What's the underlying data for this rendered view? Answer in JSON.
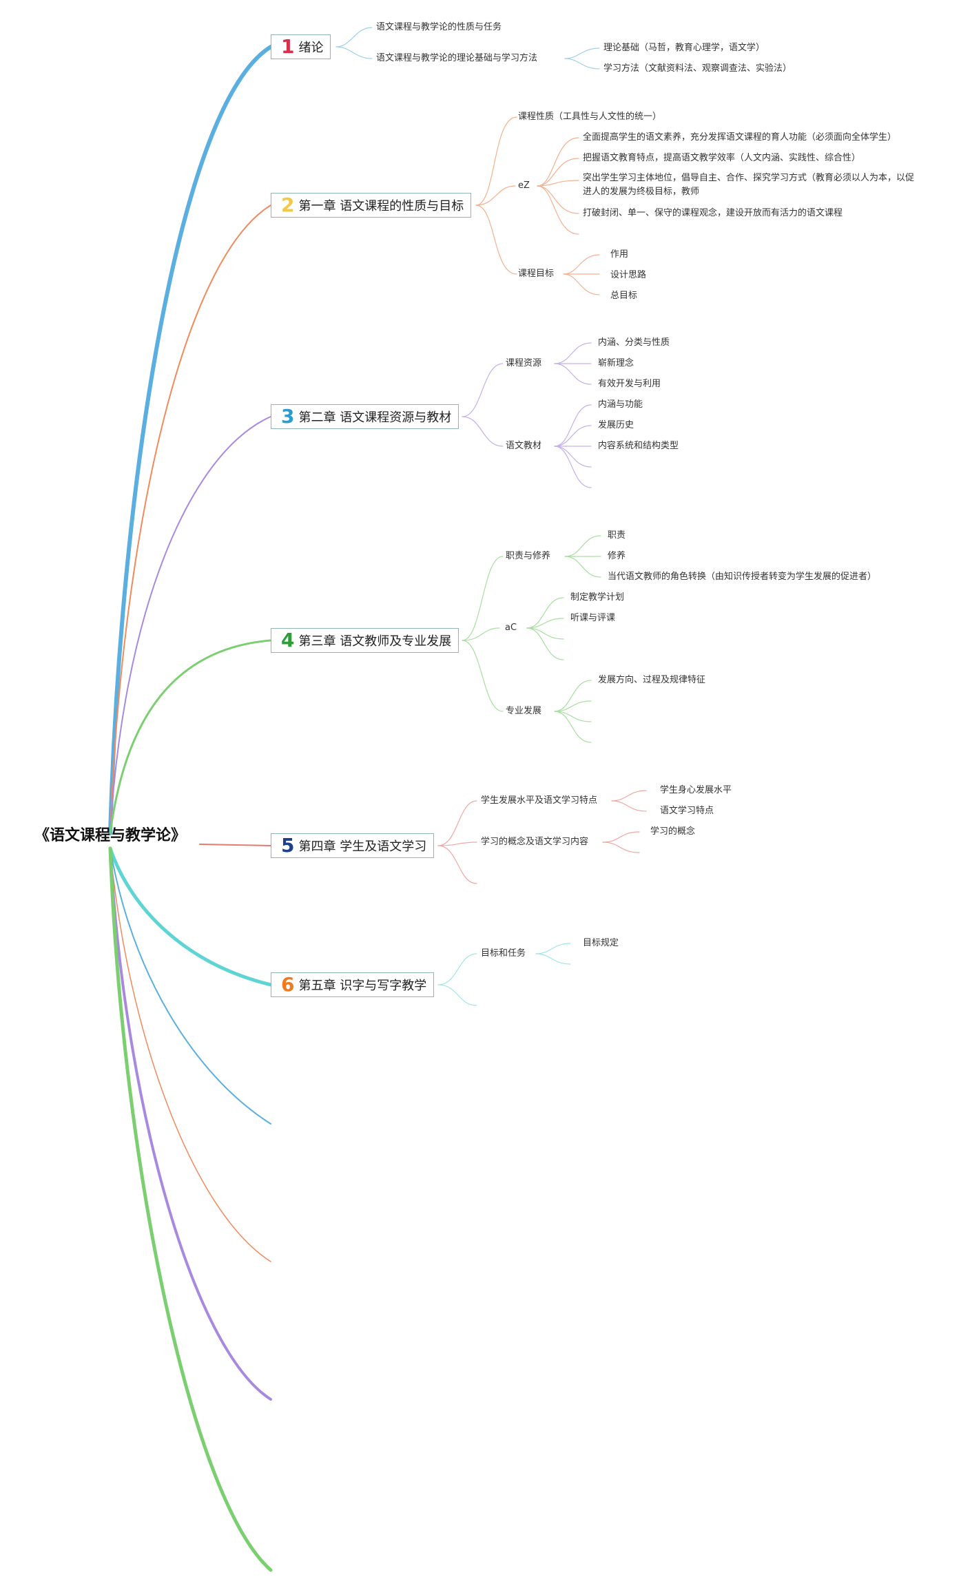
{
  "root": {
    "title": "《语文课程与教学论》"
  },
  "colors": {
    "blue": "#5aafe0",
    "orange": "#f08a5d",
    "purple": "#a889e0",
    "green": "#7ccf70",
    "red": "#e47a72",
    "teal": "#5fd4d4",
    "box_border": "#8fb5b5"
  },
  "chapters": [
    {
      "number": "1",
      "number_color": "#d9304a",
      "title": "绪论",
      "topics": [
        {
          "label": "语文课程与教学论的性质与任务"
        },
        {
          "label": "语文课程与教学论的理论基础与学习方法",
          "items": [
            "理论基础（马哲，教育心理学，语文学）",
            "学习方法（文献资料法、观察调查法、实验法）"
          ]
        }
      ]
    },
    {
      "number": "2",
      "number_color": "#f2c84b",
      "title": "第一章 语文课程的性质与目标",
      "topics": [
        {
          "label": "课程性质（工具性与人文性的统一）"
        },
        {
          "label": "eZ",
          "items": [
            "全面提高学生的语文素养，充分发挥语文课程的育人功能（必须面向全体学生）",
            "把握语文教育特点，提高语文教学效率（人文内涵、实践性、综合性）",
            "突出学生学习主体地位，倡导自主、合作、探究学习方式（教育必须以人为本，以促进人的发展为终极目标，教师",
            "打破封闭、单一、保守的课程观念，建设开放而有活力的语文课程"
          ]
        },
        {
          "label": "课程目标",
          "items": [
            "作用",
            "设计思路",
            "总目标"
          ]
        }
      ]
    },
    {
      "number": "3",
      "number_color": "#2b9bd0",
      "title": "第二章 语文课程资源与教材",
      "topics": [
        {
          "label": "课程资源",
          "items": [
            "内涵、分类与性质",
            "崭新理念",
            "有效开发与利用"
          ]
        },
        {
          "label": "语文教材",
          "items": [
            "内涵与功能",
            "发展历史",
            "内容系统和结构类型"
          ]
        }
      ]
    },
    {
      "number": "4",
      "number_color": "#2f9d3a",
      "title": "第三章 语文教师及专业发展",
      "topics": [
        {
          "label": "职责与修养",
          "items": [
            "职责",
            "修养",
            "当代语文教师的角色转换（由知识传授者转变为学生发展的促进者）"
          ]
        },
        {
          "label": "aC",
          "items": [
            "制定教学计划",
            "听课与评课"
          ]
        },
        {
          "label": "专业发展",
          "items": [
            "发展方向、过程及规律特征"
          ]
        }
      ]
    },
    {
      "number": "5",
      "number_color": "#1f3f8a",
      "title": "第四章 学生及语文学习",
      "topics": [
        {
          "label": "学生发展水平及语文学习特点",
          "items": [
            "学生身心发展水平",
            "语文学习特点"
          ]
        },
        {
          "label": "学习的概念及语文学习内容",
          "items": [
            "学习的概念"
          ]
        }
      ]
    },
    {
      "number": "6",
      "number_color": "#f07a1c",
      "title": "第五章 识字与写字教学",
      "topics": [
        {
          "label": "目标和任务",
          "items": [
            "目标规定"
          ]
        }
      ]
    }
  ]
}
